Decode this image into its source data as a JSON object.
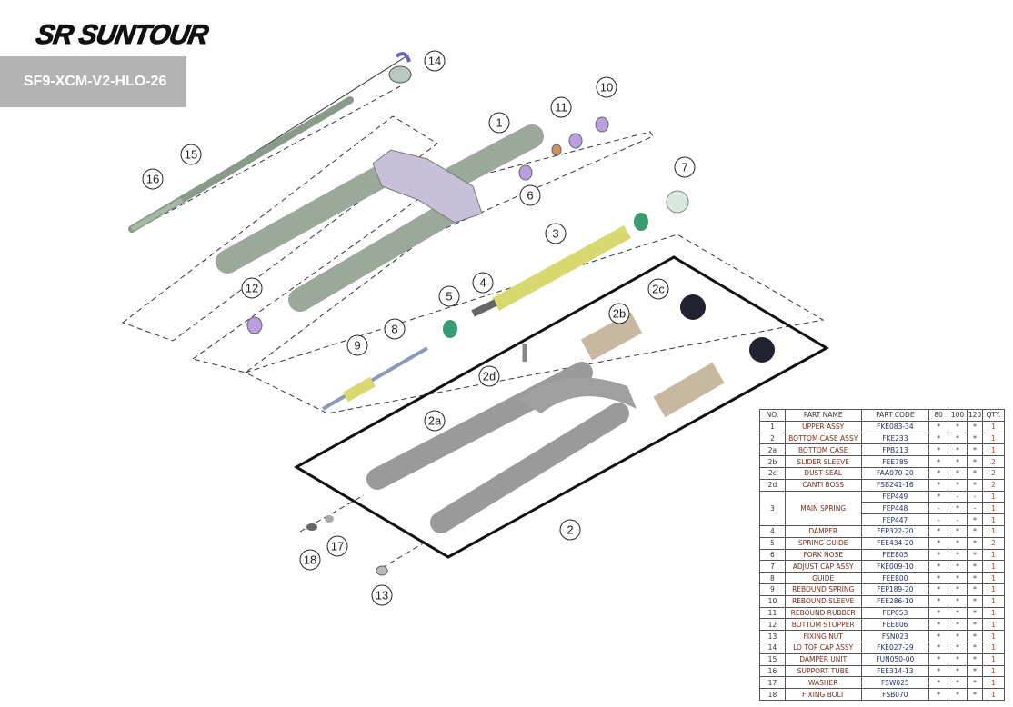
{
  "brand": "SR SUNTOUR",
  "model": "SF9-XCM-V2-HLO-26",
  "callouts": [
    "14",
    "1",
    "11",
    "10",
    "15",
    "16",
    "6",
    "7",
    "3",
    "12",
    "4",
    "5",
    "2c",
    "2b",
    "9",
    "8",
    "2d",
    "2a",
    "2",
    "18",
    "17",
    "13"
  ],
  "table": {
    "headers": [
      "NO.",
      "PART NAME",
      "PART CODE",
      "80",
      "100",
      "120",
      "QTY."
    ],
    "rows": [
      {
        "no": "1",
        "name": "UPPER ASSY",
        "codes": [
          [
            "FKE083-34",
            "*",
            "*",
            "*",
            "1"
          ]
        ]
      },
      {
        "no": "2",
        "name": "BOTTOM CASE ASSY",
        "codes": [
          [
            "FKE233",
            "*",
            "*",
            "*",
            "1"
          ]
        ]
      },
      {
        "no": "2a",
        "name": "BOTTOM CASE",
        "codes": [
          [
            "FPB213",
            "*",
            "*",
            "*",
            "1"
          ]
        ]
      },
      {
        "no": "2b",
        "name": "SLIDER SLEEVE",
        "codes": [
          [
            "FEE785",
            "*",
            "*",
            "*",
            "2"
          ]
        ]
      },
      {
        "no": "2c",
        "name": "DUST SEAL",
        "codes": [
          [
            "FAA070-20",
            "*",
            "*",
            "*",
            "2"
          ]
        ]
      },
      {
        "no": "2d",
        "name": "CANTI BOSS",
        "codes": [
          [
            "FSB241-16",
            "*",
            "*",
            "*",
            "2"
          ]
        ]
      },
      {
        "no": "3",
        "name": "MAIN SPRING",
        "codes": [
          [
            "FEP449",
            "*",
            "-",
            "-",
            "1"
          ],
          [
            "FEP448",
            "-",
            "*",
            "-",
            "1"
          ],
          [
            "FEP447",
            "-",
            "-",
            "*",
            "1"
          ]
        ]
      },
      {
        "no": "4",
        "name": "DAMPER",
        "codes": [
          [
            "FEP322-20",
            "*",
            "*",
            "*",
            "1"
          ]
        ]
      },
      {
        "no": "5",
        "name": "SPRING GUIDE",
        "codes": [
          [
            "FEE434-20",
            "*",
            "*",
            "*",
            "2"
          ]
        ]
      },
      {
        "no": "6",
        "name": "FORK NOSE",
        "codes": [
          [
            "FEE805",
            "*",
            "*",
            "*",
            "1"
          ]
        ]
      },
      {
        "no": "7",
        "name": "ADJUST CAP ASSY",
        "codes": [
          [
            "FKE009-10",
            "*",
            "*",
            "*",
            "1"
          ]
        ]
      },
      {
        "no": "8",
        "name": "GUIDE",
        "codes": [
          [
            "FEE800",
            "*",
            "*",
            "*",
            "1"
          ]
        ]
      },
      {
        "no": "9",
        "name": "REBOUND SPRING",
        "codes": [
          [
            "FEP189-20",
            "*",
            "*",
            "*",
            "1"
          ]
        ]
      },
      {
        "no": "10",
        "name": "REBOUND SLEEVE",
        "codes": [
          [
            "FEE286-10",
            "*",
            "*",
            "*",
            "1"
          ]
        ]
      },
      {
        "no": "11",
        "name": "REBOUND RUBBER",
        "codes": [
          [
            "FEP053",
            "*",
            "*",
            "*",
            "1"
          ]
        ]
      },
      {
        "no": "12",
        "name": "BOTTOM STOPPER",
        "codes": [
          [
            "FEE806",
            "*",
            "*",
            "*",
            "1"
          ]
        ]
      },
      {
        "no": "13",
        "name": "FIXING NUT",
        "codes": [
          [
            "FSN023",
            "*",
            "*",
            "*",
            "1"
          ]
        ]
      },
      {
        "no": "14",
        "name": "LO TOP CAP ASSY",
        "codes": [
          [
            "FKE027-29",
            "*",
            "*",
            "*",
            "1"
          ]
        ]
      },
      {
        "no": "15",
        "name": "DAMPER UNIT",
        "codes": [
          [
            "FUN050-00",
            "*",
            "*",
            "*",
            "1"
          ]
        ]
      },
      {
        "no": "16",
        "name": "SUPPORT TUBE",
        "codes": [
          [
            "FEE314-13",
            "*",
            "*",
            "*",
            "1"
          ]
        ]
      },
      {
        "no": "17",
        "name": "WASHER",
        "codes": [
          [
            "FSW025",
            "*",
            "*",
            "*",
            "1"
          ]
        ]
      },
      {
        "no": "18",
        "name": "FIXING BOLT",
        "codes": [
          [
            "FSB070",
            "*",
            "*",
            "*",
            "1"
          ]
        ]
      }
    ]
  }
}
